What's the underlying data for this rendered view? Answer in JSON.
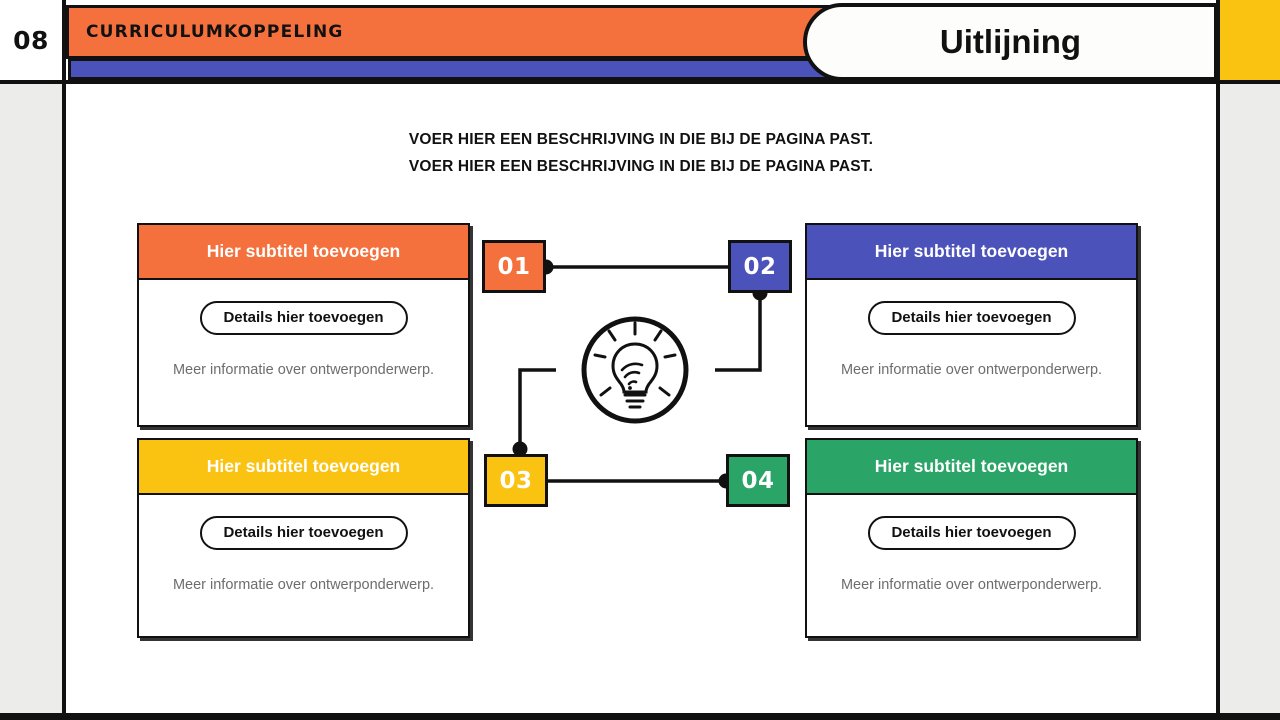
{
  "slide": {
    "page_number": "08",
    "eyebrow": "CURRICULUMKOPPELING",
    "title": "Uitlijning",
    "description_line_1": "VOER HIER EEN BESCHRIJVING IN DIE BIJ DE PAGINA PAST.",
    "description_line_2": "VOER HIER EEN BESCHRIJVING IN DIE BIJ DE PAGINA PAST."
  },
  "colors": {
    "orange": "#f4703c",
    "blue": "#4b52ba",
    "yellow": "#fac312",
    "green": "#2ba567",
    "ink": "#111111",
    "strip_gray": "#ececeb",
    "note_gray": "#6d6d6d"
  },
  "cards": [
    {
      "id": "card-1",
      "accent": "#f4703c",
      "subtitle": "Hier subtitel toevoegen",
      "detail_label": "Details hier toevoegen",
      "note": "Meer informatie over ontwerponderwerp."
    },
    {
      "id": "card-2",
      "accent": "#4b52ba",
      "subtitle": "Hier subtitel toevoegen",
      "detail_label": "Details hier toevoegen",
      "note": "Meer informatie over ontwerponderwerp."
    },
    {
      "id": "card-3",
      "accent": "#fac312",
      "subtitle": "Hier subtitel toevoegen",
      "detail_label": "Details hier toevoegen",
      "note": "Meer informatie over ontwerponderwerp."
    },
    {
      "id": "card-4",
      "accent": "#2ba567",
      "subtitle": "Hier subtitel toevoegen",
      "detail_label": "Details hier toevoegen",
      "note": "Meer informatie over ontwerponderwerp."
    }
  ],
  "diagram": {
    "center_icon": "lightbulb-wifi-icon",
    "nodes": [
      {
        "id": "node-01",
        "label": "01",
        "accent": "#f4703c",
        "position": "top-left"
      },
      {
        "id": "node-02",
        "label": "02",
        "accent": "#4b52ba",
        "position": "top-right"
      },
      {
        "id": "node-03",
        "label": "03",
        "accent": "#fac312",
        "position": "bottom-left"
      },
      {
        "id": "node-04",
        "label": "04",
        "accent": "#2ba567",
        "position": "bottom-right"
      }
    ],
    "connectors": [
      {
        "from": "node-01",
        "to": "node-02"
      },
      {
        "from": "node-02",
        "to": "center_icon"
      },
      {
        "from": "center_icon",
        "to": "node-03"
      },
      {
        "from": "node-03",
        "to": "node-04"
      }
    ]
  }
}
